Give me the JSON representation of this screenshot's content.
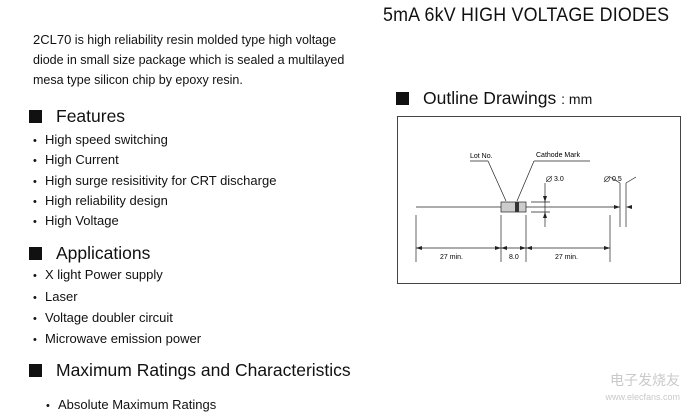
{
  "header": {
    "title": "5mA 6kV  HIGH VOLTAGE DIODES"
  },
  "intro": {
    "model": "2CL70",
    "line1": " is high reliability resin molded type high voltage",
    "line2": "diode in small size package which is sealed a multilayed",
    "line3": "mesa type silicon chip by epoxy resin."
  },
  "features": {
    "heading": "Features",
    "items": [
      "High speed switching",
      "High Current",
      "High surge resisitivity for CRT discharge",
      "High reliability design",
      "High Voltage"
    ]
  },
  "applications": {
    "heading": "Applications",
    "items": [
      "X light Power supply",
      "Laser",
      "Voltage doubler circuit",
      "Microwave emission power"
    ]
  },
  "ratings": {
    "heading": "Maximum Ratings and Characteristics",
    "sub": "Absolute Maximum Ratings"
  },
  "outline": {
    "heading": "Outline  Drawings",
    "unit": ": mm",
    "lot_no": "Lot  No.",
    "cathode_mark": "Cathode Mark",
    "dia_body": "3.0",
    "dia_lead": "0.5",
    "len_left": "27 min.",
    "len_body": "8.0",
    "len_right": "27 min."
  },
  "watermark": {
    "line1": "电子发烧友",
    "line2": "www.elecfans.com"
  }
}
